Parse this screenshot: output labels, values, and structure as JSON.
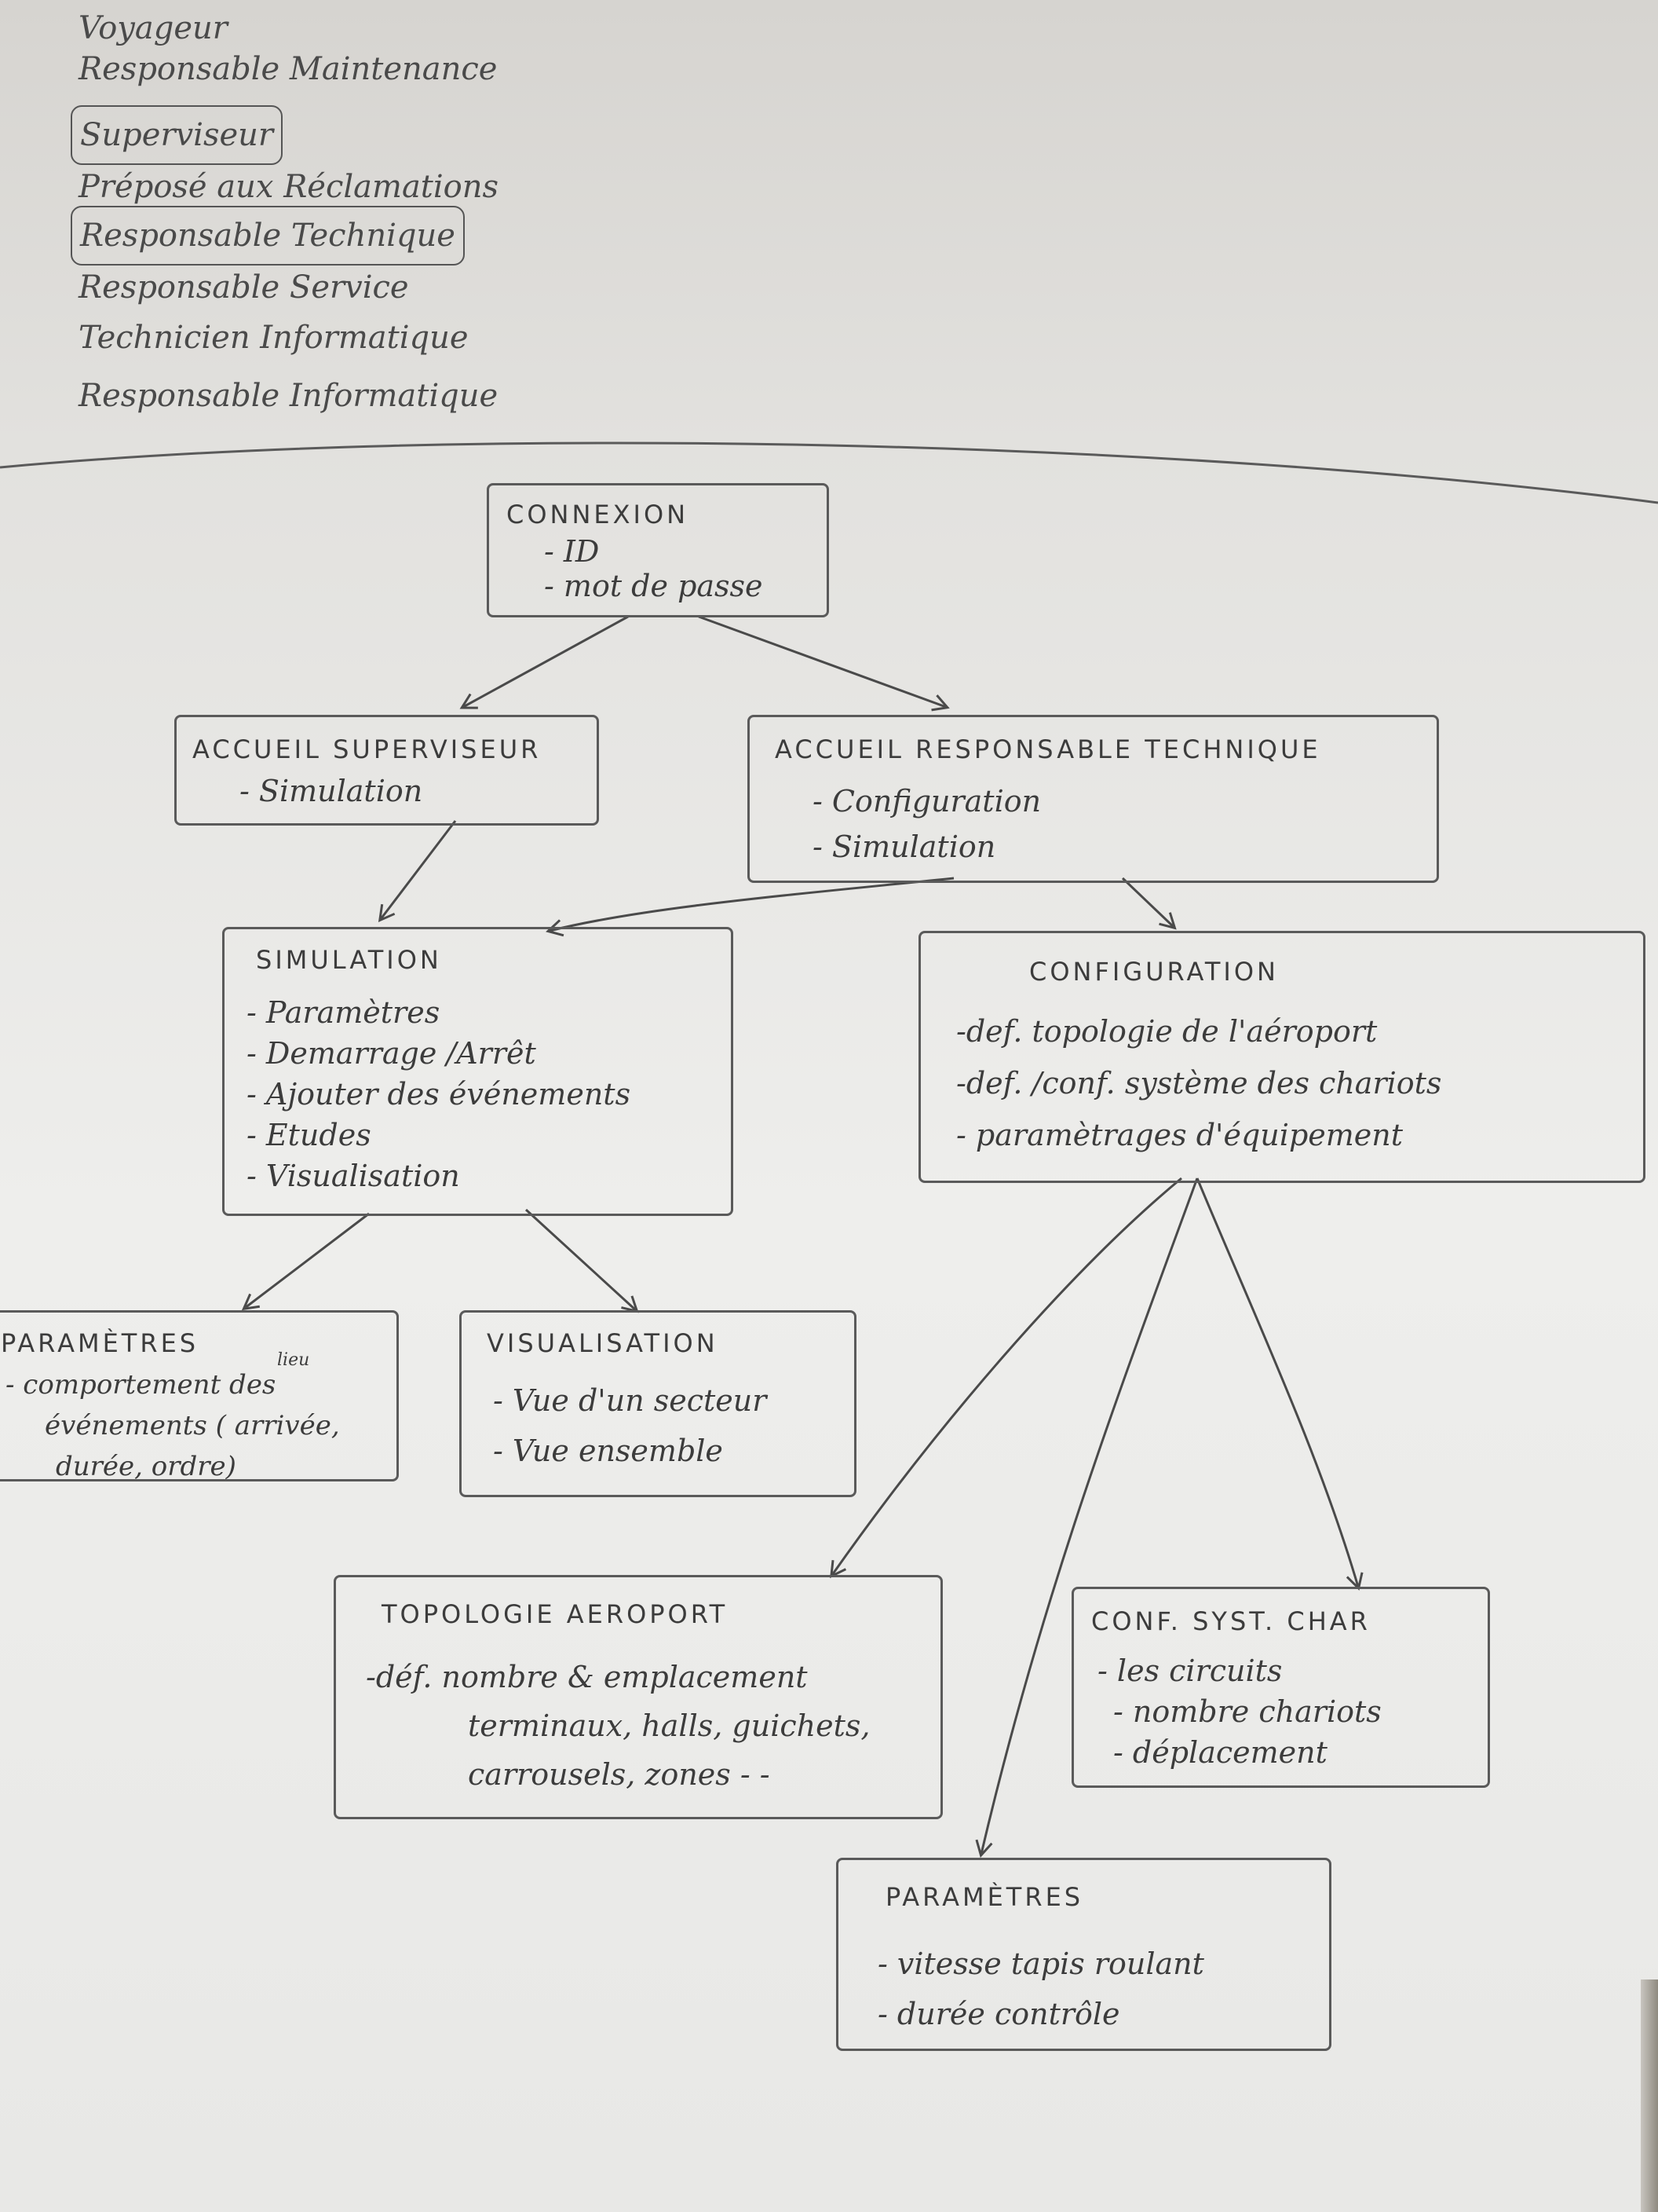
{
  "roles": [
    {
      "label": "Voyageur",
      "circled": false
    },
    {
      "label": "Responsable Maintenance",
      "circled": false
    },
    {
      "label": "Superviseur",
      "circled": true
    },
    {
      "label": "Préposé aux Réclamations",
      "circled": false
    },
    {
      "label": "Responsable Technique",
      "circled": true
    },
    {
      "label": "Responsable Service",
      "circled": false
    },
    {
      "label": "Technicien Informatique",
      "circled": false
    },
    {
      "label": "Responsable Informatique",
      "circled": false
    }
  ],
  "boxes": {
    "connexion": {
      "title": "CONNEXION",
      "items": [
        "- ID",
        "- mot de passe"
      ]
    },
    "accueil_superviseur": {
      "title": "ACCUEIL SUPERVISEUR",
      "items": [
        "- Simulation"
      ]
    },
    "accueil_responsable": {
      "title": "ACCUEIL RESPONSABLE TECHNIQUE",
      "items": [
        "- Configuration",
        "- Simulation"
      ]
    },
    "simulation": {
      "title": "SIMULATION",
      "items": [
        "- Paramètres",
        "- Demarrage /Arrêt",
        "- Ajouter des événements",
        "- Etudes",
        "- Visualisation"
      ]
    },
    "configuration": {
      "title": "CONFIGURATION",
      "items": [
        "-def. topologie de l'aéroport",
        "-def. /conf. système des chariots",
        "- paramètrages d'équipement"
      ]
    },
    "parametres_sim": {
      "title": "PARAMÈTRES",
      "items": [
        "- comportement des",
        "événements ( arrivée,",
        "durée, ordre)"
      ],
      "annotation": "lieu"
    },
    "visualisation": {
      "title": "VISUALISATION",
      "items": [
        "- Vue d'un secteur",
        "- Vue ensemble"
      ]
    },
    "topologie": {
      "title": "TOPOLOGIE AEROPORT",
      "items": [
        "-déf. nombre & emplacement",
        "terminaux, halls, guichets,",
        "carrousels, zones - -"
      ]
    },
    "conf_syst": {
      "title": "CONF. SYST. CHAR",
      "items": [
        "- les circuits",
        "- nombre chariots",
        "- déplacement"
      ]
    },
    "parametres_conf": {
      "title": "PARAMÈTRES",
      "items": [
        "- vitesse tapis roulant",
        "- durée contrôle"
      ]
    }
  }
}
